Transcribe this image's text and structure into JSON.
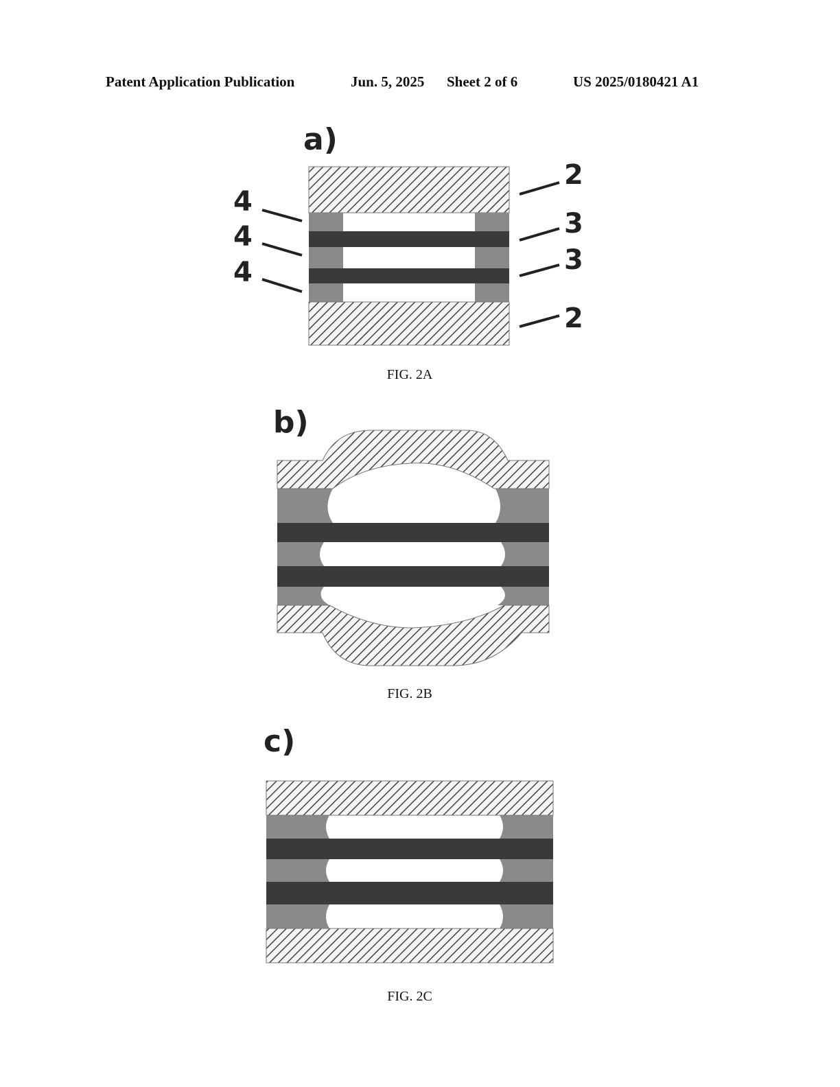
{
  "header": {
    "left": "Patent Application Publication",
    "date": "Jun. 5, 2025",
    "sheet": "Sheet 2 of 6",
    "number": "US 2025/0180421 A1"
  },
  "figures": [
    {
      "panel": "a)",
      "caption": "FIG. 2A",
      "labels": [
        "2",
        "3",
        "3",
        "2",
        "4",
        "4",
        "4"
      ]
    },
    {
      "panel": "b)",
      "caption": "FIG. 2B"
    },
    {
      "panel": "c)",
      "caption": "FIG. 2C"
    }
  ],
  "colors": {
    "plate_hatch": "#555555",
    "spacer": "#8a8a8a",
    "bar": "#3a3a3a"
  }
}
